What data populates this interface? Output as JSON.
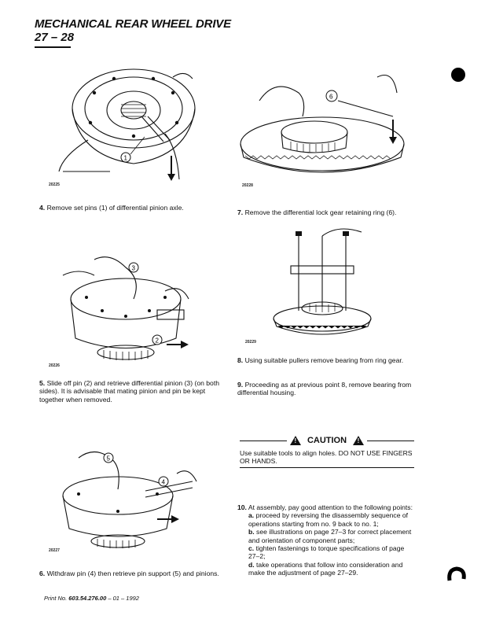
{
  "header": {
    "title": "MECHANICAL REAR WHEEL DRIVE",
    "page_range": "27 – 28"
  },
  "figures": {
    "fig1_code": "20225",
    "fig2_code": "20226",
    "fig3_code": "20227",
    "fig4_code": "20228",
    "fig5_code": "20229",
    "callout_1": "1",
    "callout_2": "2",
    "callout_3": "3",
    "callout_4": "4",
    "callout_5": "5",
    "callout_6": "6"
  },
  "steps": {
    "s4_num": "4.",
    "s4_text": "Remove set pins (1) of differential pinion axle.",
    "s5_num": "5.",
    "s5_text": "Slide off pin (2) and retrieve differential pinion (3) (on both sides). It is advisable that mating pinion and pin be kept together when removed.",
    "s6_num": "6.",
    "s6_text": "Withdraw pin (4) then retrieve pin support (5) and pinions.",
    "s7_num": "7.",
    "s7_text": "Remove the differential lock gear retaining ring (6).",
    "s8_num": "8.",
    "s8_text": "Using suitable pullers remove bearing from ring gear.",
    "s9_num": "9.",
    "s9_text": "Proceeding as at previous point 8, remove bearing from differential housing.",
    "s10_num": "10.",
    "s10_intro": "At assembly, pay good attention to the following points:",
    "s10_a_label": "a.",
    "s10_a_text": "proceed by reversing the disassembly sequence of operations starting from no. 9 back to no. 1;",
    "s10_b_label": "b.",
    "s10_b_text": "see illustrations on page 27–3 for correct placement and orientation of component parts;",
    "s10_c_label": "c.",
    "s10_c_text": "tighten fastenings to torque specifications of page 27–2;",
    "s10_d_label": "d.",
    "s10_d_text": "take operations that follow into consideration and make the adjustment of page 27–29."
  },
  "caution": {
    "title": "CAUTION",
    "text": "Use suitable tools to align holes. DO NOT USE FINGERS OR HANDS."
  },
  "footer": {
    "prefix": "Print No.",
    "number": "603.54.276.00",
    "suffix": "– 01 – 1992"
  }
}
